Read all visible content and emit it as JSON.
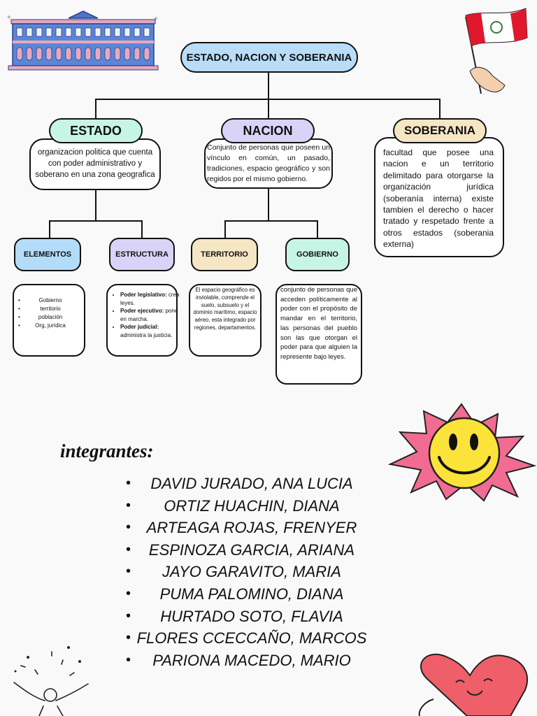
{
  "title": "ESTADO, NACION Y SOBERANIA",
  "estado": {
    "label": "ESTADO",
    "desc": "organizacion politica que cuenta con poder administrativo y soberano en una zona geografica",
    "elementos": {
      "label": "ELEMENTOS",
      "items": [
        "Gobierno",
        "territorio",
        "población",
        "Org, jurídica"
      ]
    },
    "estructura": {
      "label": "ESTRUCTURA",
      "items": [
        {
          "bold": "Poder legislativo:",
          "text": "crea leyes."
        },
        {
          "bold": "Poder ejecutivo:",
          "text": "pone en marcha."
        },
        {
          "bold": "Poder judicial:",
          "text": "administra la justicia."
        }
      ]
    }
  },
  "nacion": {
    "label": "NACION",
    "desc": "Conjunto de personas que poseen un vínculo en común, un pasado, tradiciones, espacio geográfico y son regidos por el mismo gobierno.",
    "territorio": {
      "label": "TERRITORIO",
      "desc": "El espacio geográfico es inviolable, comprende el suelo, subsuelo y el dominio marítimo, espacio aéreo, esta integrado por regiones, departamentos."
    },
    "gobierno": {
      "label": "GOBIERNO",
      "desc": "conjunto de personas que acceden políticamente al poder con el propósito de mandar en el territorio, las personas del pueblo son las que otorgan el poder para que alguien la represente bajo leyes."
    }
  },
  "soberania": {
    "label": "SOBERANIA",
    "desc": "facultad que posee una nacion e un territorio delimitado para otorgarse la organización jurídica (soberanía interna) existe tambien el derecho o hacer tratado y respetado frente a otros estados (soberania externa)"
  },
  "integrantes": {
    "heading": "integrantes:",
    "members": [
      "DAVID JURADO, ANA LUCIA",
      "ORTIZ HUACHIN, DIANA",
      "ARTEAGA ROJAS, FRENYER",
      "ESPINOZA GARCIA, ARIANA",
      "JAYO GARAVITO, MARIA",
      "PUMA PALOMINO, DIANA",
      "HURTADO SOTO, FLAVIA",
      "FLORES CCECCAÑO, MARCOS",
      "PARIONA MACEDO, MARIO"
    ]
  },
  "colors": {
    "title_bg": "#b9dcf7",
    "estado_bg": "#c6f5e6",
    "nacion_bg": "#d9d3f7",
    "soberania_bg": "#f5e6c4",
    "elementos_bg": "#b3dcf9",
    "estructura_bg": "#d9d3f7",
    "territorio_bg": "#f5e6c4",
    "gobierno_bg": "#c6f5e6",
    "flag_red": "#e0182d",
    "sun_petals": "#f26b92",
    "sun_face": "#fce33a",
    "heart": "#ee5f6a"
  },
  "decorations": [
    "government-building-icon",
    "peru-flag-icon",
    "smiley-sun-icon",
    "heart-character-icon",
    "celebrating-person-icon"
  ]
}
